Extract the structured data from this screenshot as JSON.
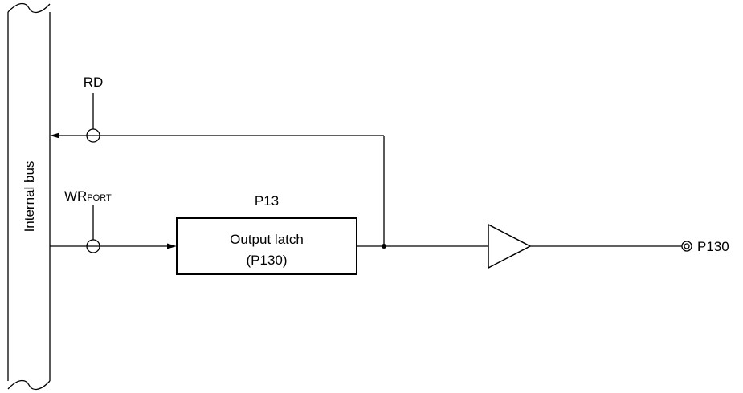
{
  "bus": {
    "label": "Internal bus"
  },
  "signals": {
    "rd": "RD",
    "wr_main": "WR",
    "wr_sub": "PORT"
  },
  "port": {
    "title": "P13"
  },
  "latch": {
    "line1": "Output latch",
    "line2": "(P130)"
  },
  "pin": {
    "label": "P130"
  }
}
